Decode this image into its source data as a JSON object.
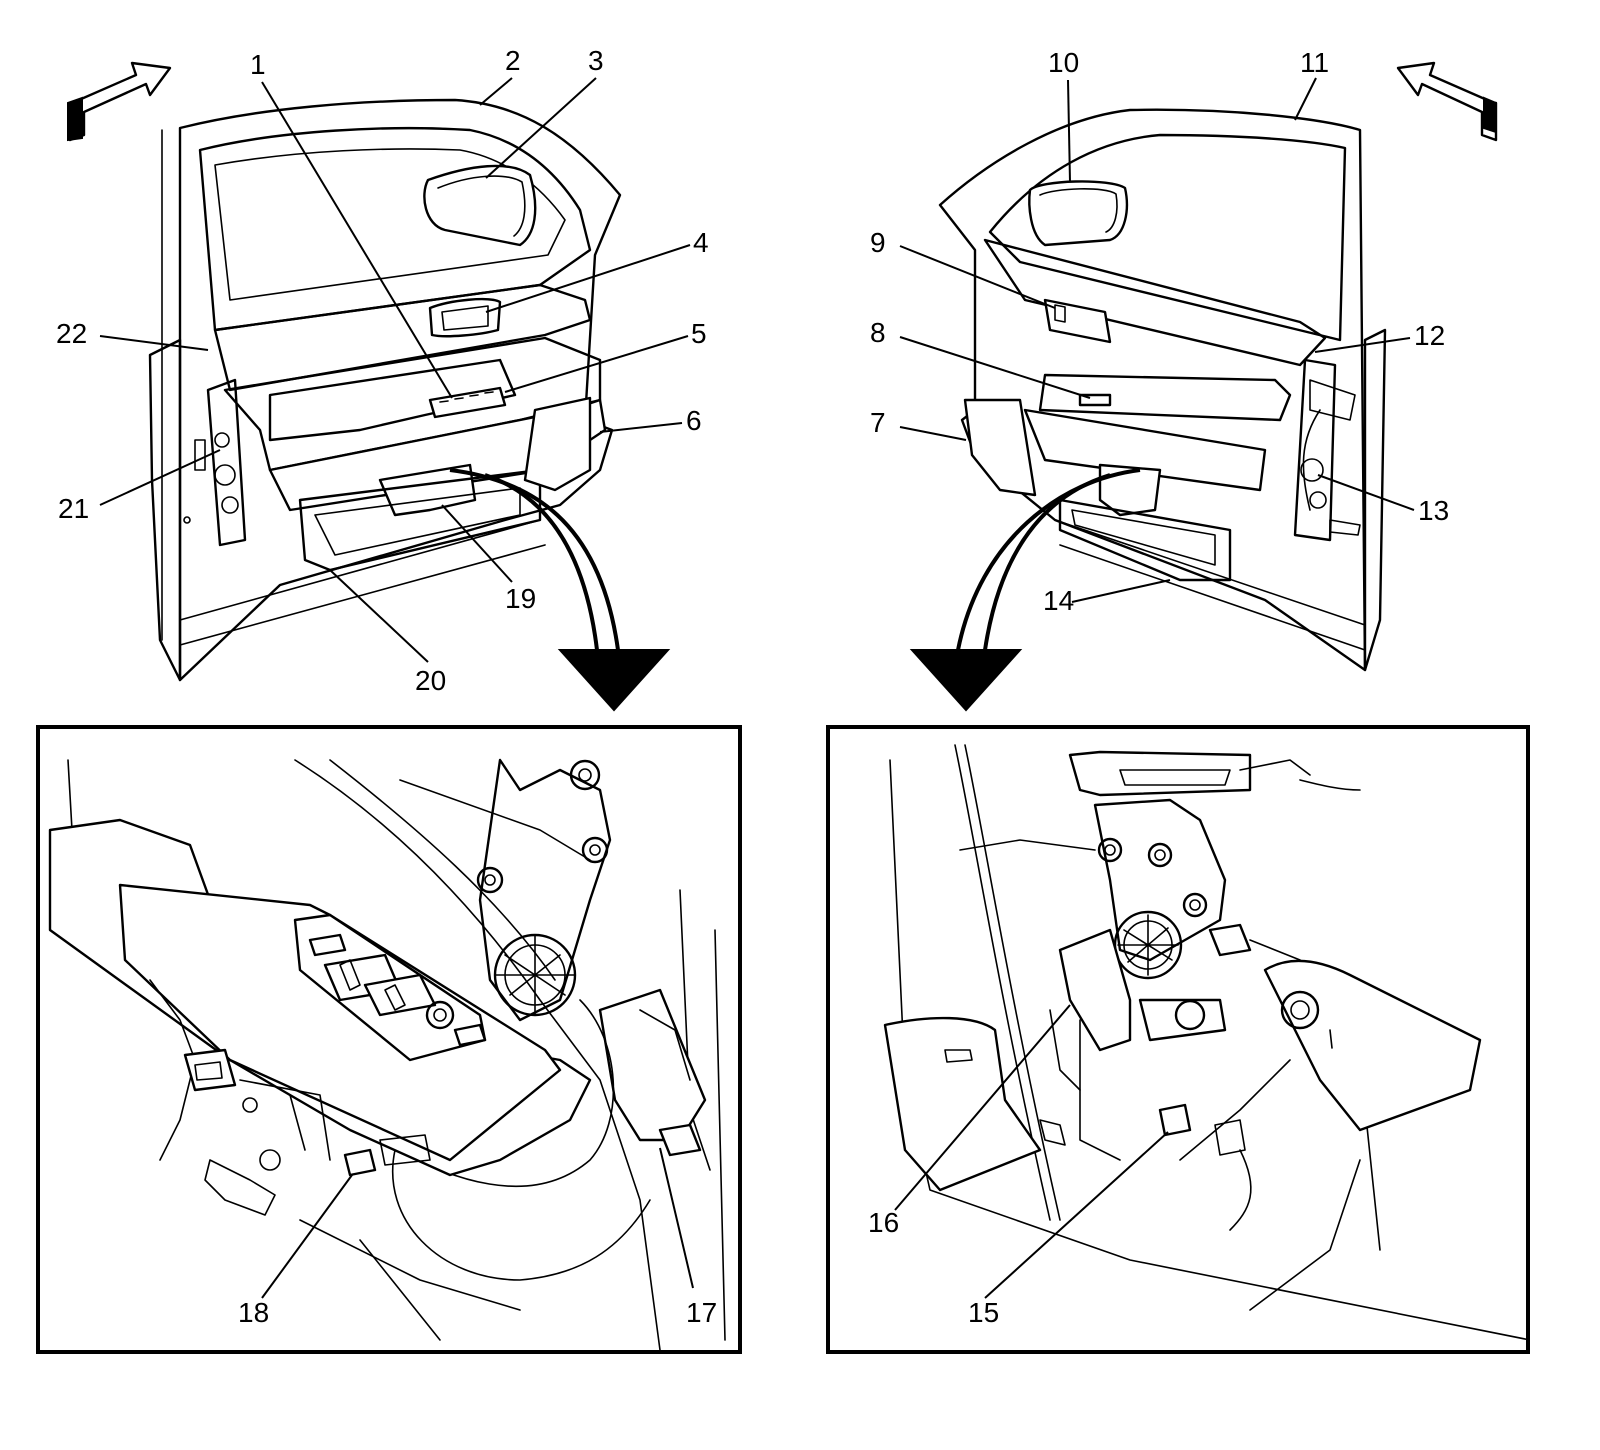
{
  "callouts": [
    {
      "id": "c1",
      "label": "1"
    },
    {
      "id": "c2",
      "label": "2"
    },
    {
      "id": "c3",
      "label": "3"
    },
    {
      "id": "c4",
      "label": "4"
    },
    {
      "id": "c5",
      "label": "5"
    },
    {
      "id": "c6",
      "label": "6"
    },
    {
      "id": "c7",
      "label": "7"
    },
    {
      "id": "c8",
      "label": "8"
    },
    {
      "id": "c9",
      "label": "9"
    },
    {
      "id": "c10",
      "label": "10"
    },
    {
      "id": "c11",
      "label": "11"
    },
    {
      "id": "c12",
      "label": "12"
    },
    {
      "id": "c13",
      "label": "13"
    },
    {
      "id": "c14",
      "label": "14"
    },
    {
      "id": "c15",
      "label": "15"
    },
    {
      "id": "c16",
      "label": "16"
    },
    {
      "id": "c17",
      "label": "17"
    },
    {
      "id": "c18",
      "label": "18"
    },
    {
      "id": "c19",
      "label": "19"
    },
    {
      "id": "c20",
      "label": "20"
    },
    {
      "id": "c21",
      "label": "21"
    },
    {
      "id": "c22",
      "label": "22"
    }
  ],
  "views": {
    "top_left": "driver-door-exploded-view",
    "top_right": "passenger-door-exploded-view",
    "bottom_left": "driver-door-detail-inset",
    "bottom_right": "passenger-door-detail-inset"
  },
  "icons": {
    "front_arrow_left": "forward-direction-arrow-icon",
    "front_arrow_right": "forward-direction-arrow-icon",
    "detail_arrow_left": "detail-pointer-arrow-icon",
    "detail_arrow_right": "detail-pointer-arrow-icon"
  },
  "colors": {
    "ink": "#000000",
    "paper": "#ffffff"
  }
}
